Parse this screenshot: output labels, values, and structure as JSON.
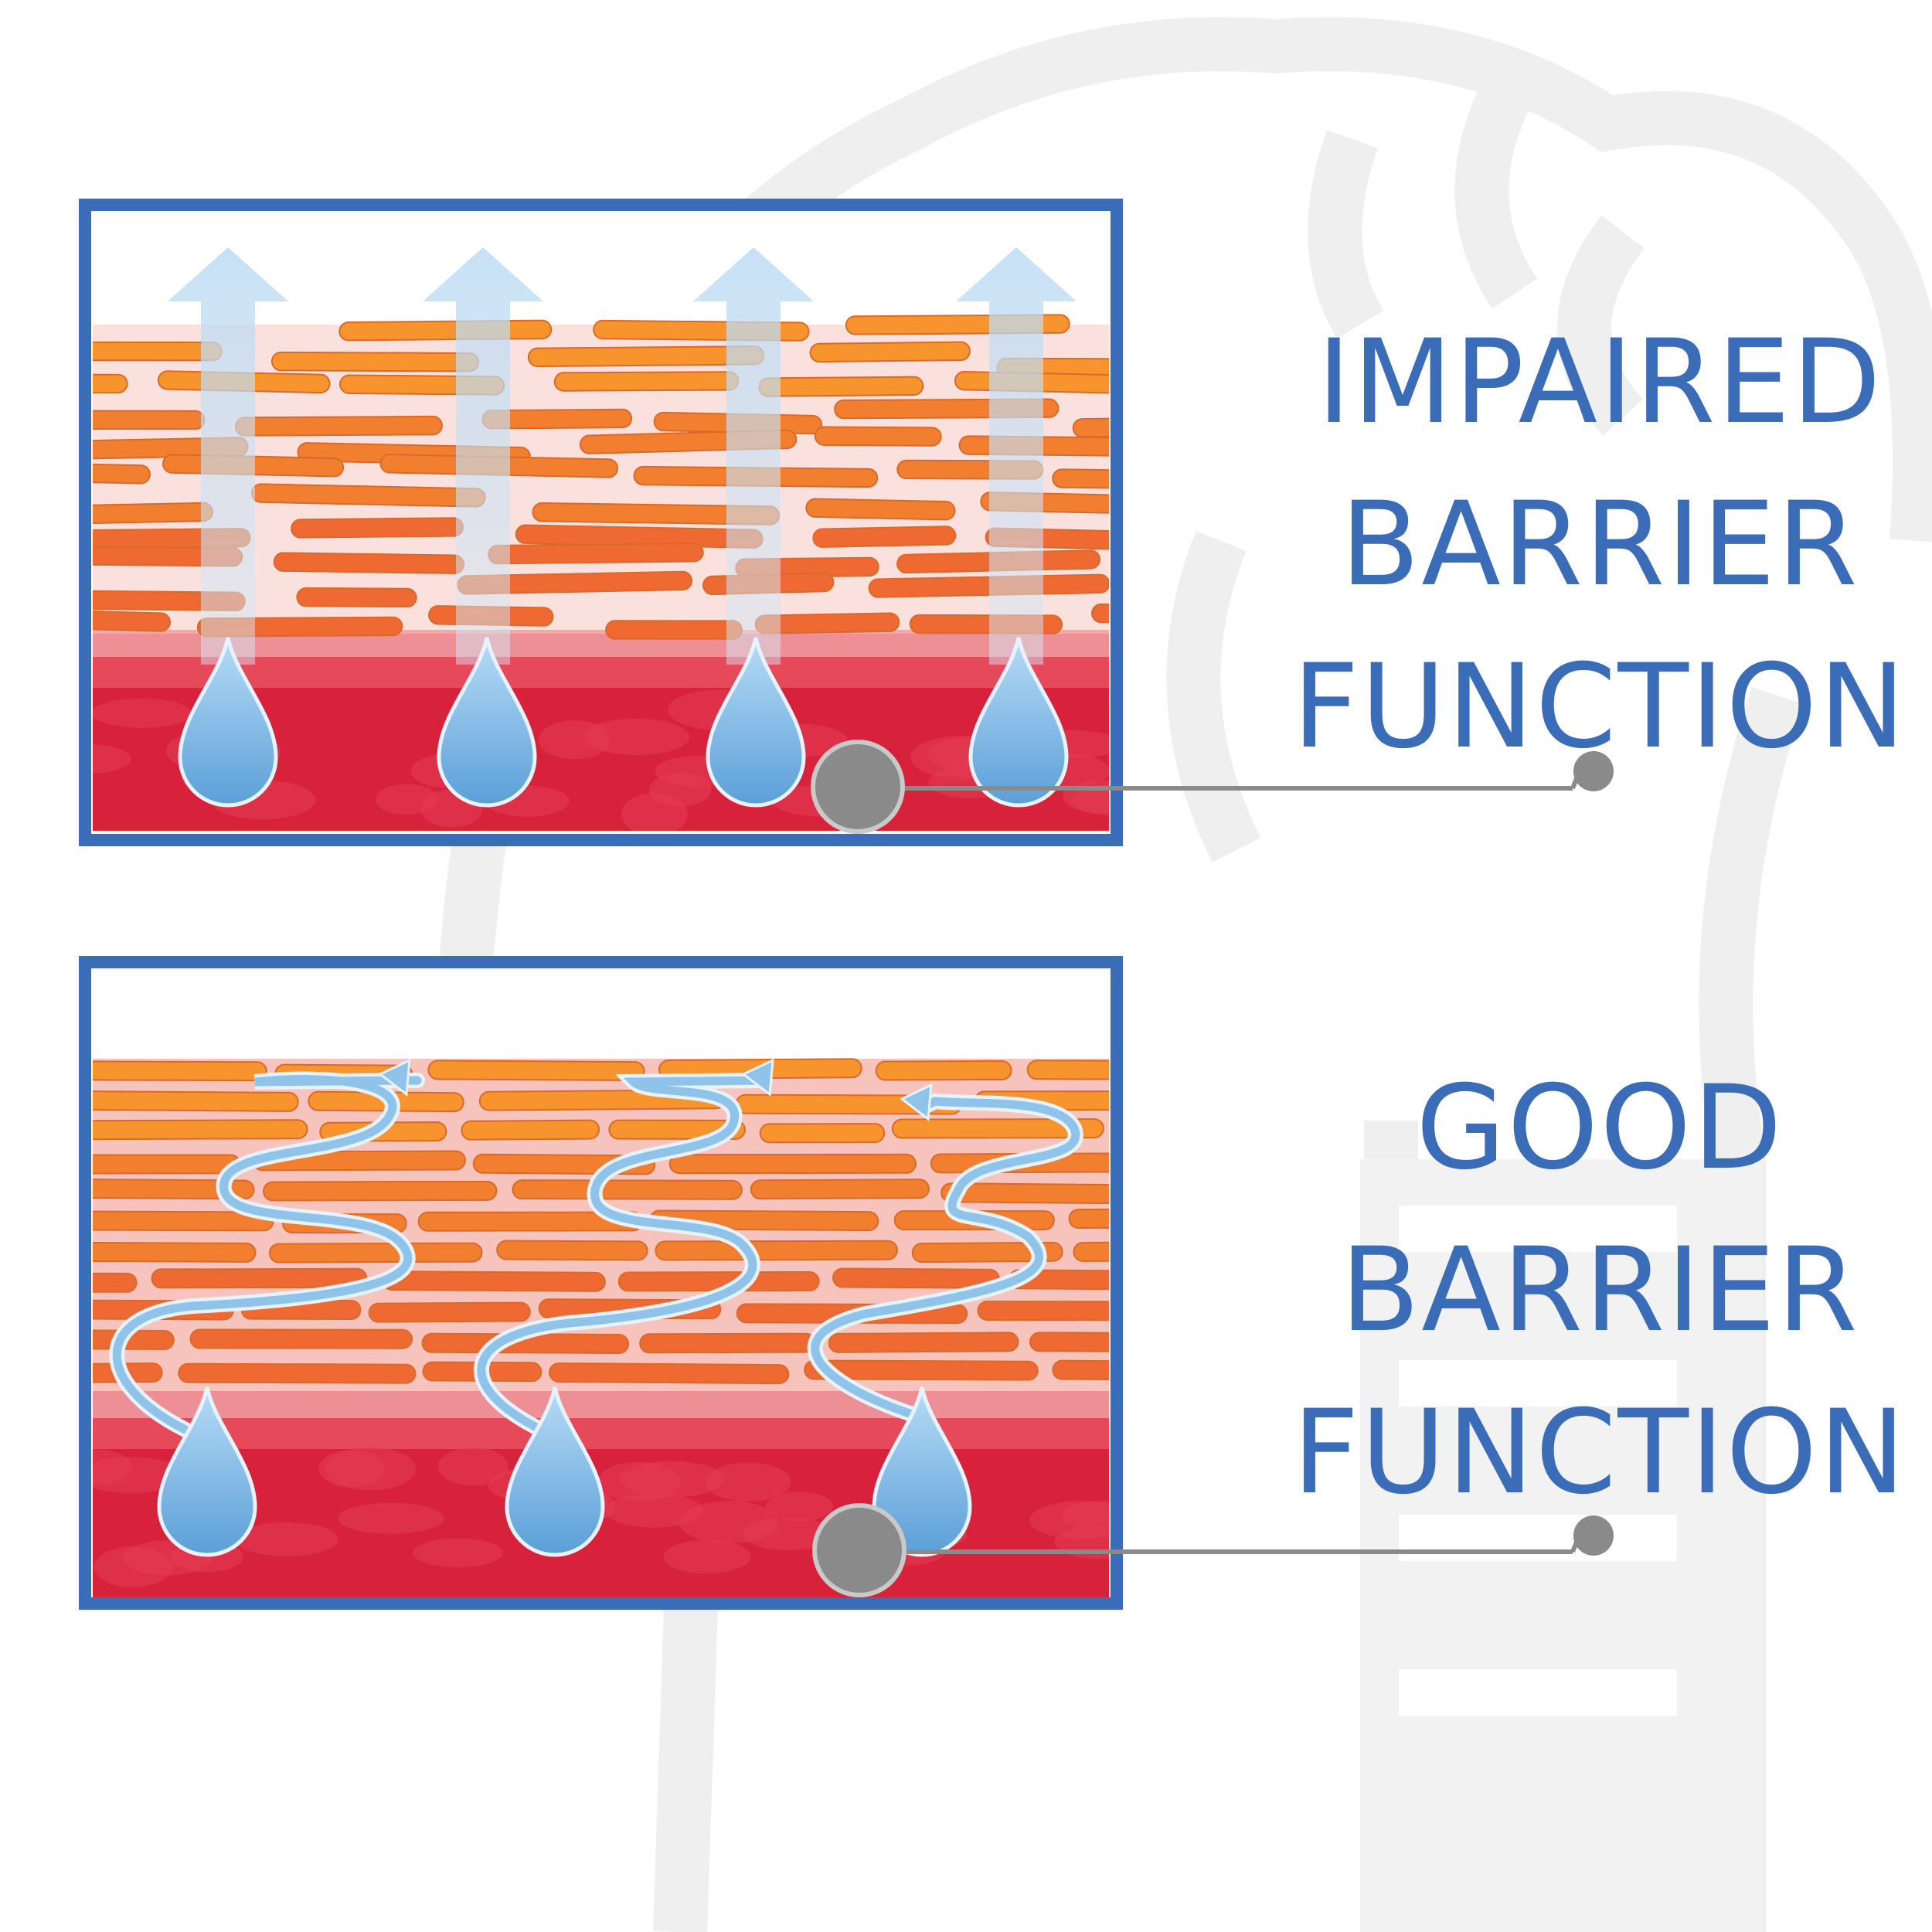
{
  "panels": [
    {
      "id": "impaired",
      "label_lines": [
        "IMPAIRED",
        "BARRIER",
        "FUNCTION"
      ],
      "water_path": "straight-up"
    },
    {
      "id": "good",
      "label_lines": [
        "GOOD",
        "BARRIER",
        "FUNCTION"
      ],
      "water_path": "winding"
    }
  ],
  "colors": {
    "label_text": "#3a6cb8",
    "frame": "#3a6cb8",
    "dermis": "#d8213a",
    "cell_light": "#f7942e",
    "cell_mid": "#f27f30",
    "cell_dark": "#ee6a32",
    "lipid": "#f6c3bd",
    "water": "#8fc3ea",
    "water_dark": "#5b9fd8",
    "connector": "#8a8a8a",
    "watermark": "#efefef"
  },
  "icons": {
    "droplet": "water-droplet-icon",
    "arrow": "evaporation-arrow-icon",
    "connector_dot": "connector-dot-icon"
  }
}
